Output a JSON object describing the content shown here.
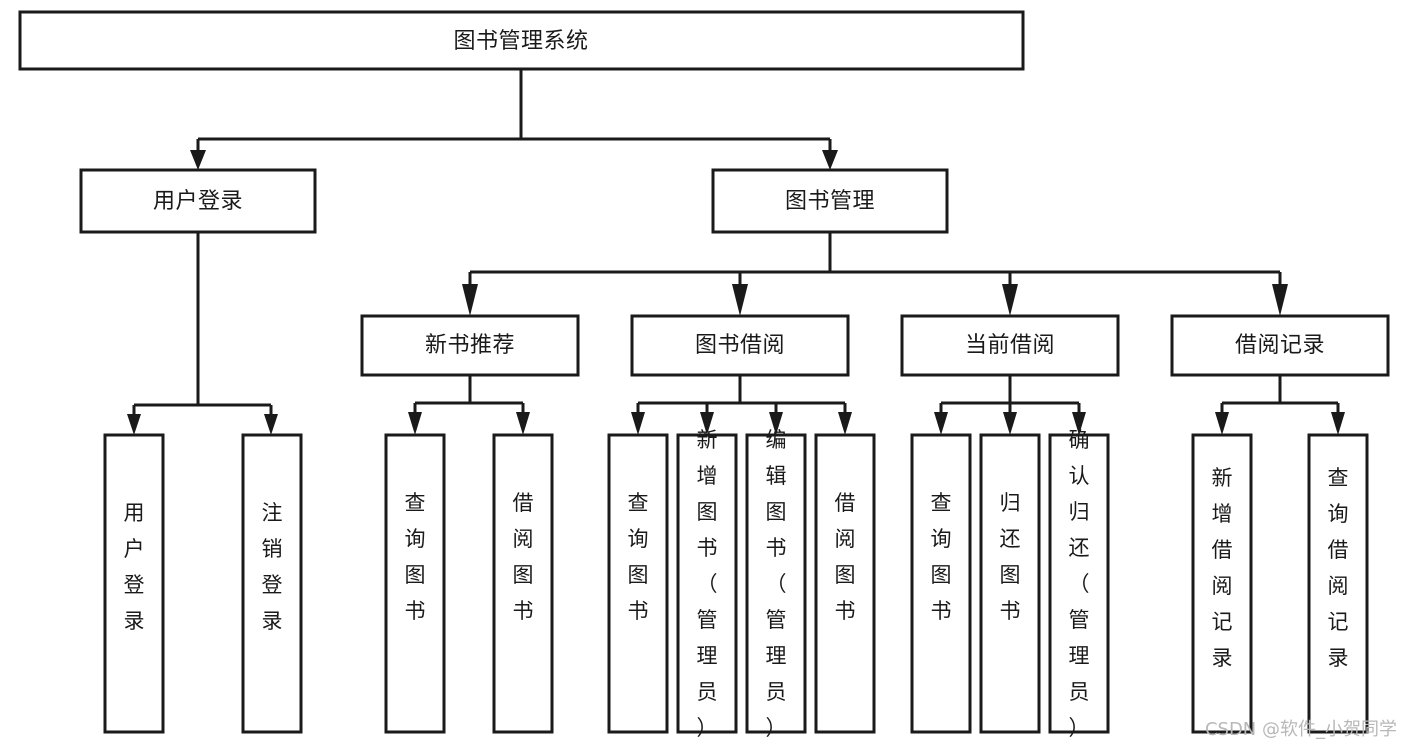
{
  "diagram": {
    "type": "tree-hierarchy-chart",
    "title": "图书管理系统",
    "watermark": "CSDN @软件_小贺同学",
    "colors": {
      "stroke": "#1a1a1a",
      "fill": "#ffffff",
      "background": "#ffffff",
      "watermark": "#b8b8b8"
    },
    "levels": {
      "root": {
        "label": "图书管理系统"
      },
      "level2": [
        {
          "id": "user-login",
          "label": "用户登录"
        },
        {
          "id": "book-management",
          "label": "图书管理"
        }
      ],
      "level3": [
        {
          "id": "new-book-recommend",
          "label": "新书推荐",
          "parent": "book-management"
        },
        {
          "id": "book-borrow",
          "label": "图书借阅",
          "parent": "book-management"
        },
        {
          "id": "current-borrow",
          "label": "当前借阅",
          "parent": "book-management"
        },
        {
          "id": "borrow-record",
          "label": "借阅记录",
          "parent": "book-management"
        }
      ],
      "leaves": [
        {
          "id": "leaf-user-login",
          "label": "用户登录",
          "parent": "user-login"
        },
        {
          "id": "leaf-logout-login",
          "label": "注销登录",
          "parent": "user-login"
        },
        {
          "id": "leaf-query-book-1",
          "label": "查询图书",
          "parent": "new-book-recommend"
        },
        {
          "id": "leaf-borrow-book-1",
          "label": "借阅图书",
          "parent": "new-book-recommend"
        },
        {
          "id": "leaf-query-book-2",
          "label": "查询图书",
          "parent": "book-borrow"
        },
        {
          "id": "leaf-add-book",
          "label": "新增图书（管理员）",
          "parent": "book-borrow"
        },
        {
          "id": "leaf-edit-book",
          "label": "编辑图书（管理员）",
          "parent": "book-borrow"
        },
        {
          "id": "leaf-borrow-book-2",
          "label": "借阅图书",
          "parent": "book-borrow"
        },
        {
          "id": "leaf-query-book-3",
          "label": "查询图书",
          "parent": "current-borrow"
        },
        {
          "id": "leaf-return-book",
          "label": "归还图书",
          "parent": "current-borrow"
        },
        {
          "id": "leaf-confirm-return",
          "label": "确认归还（管理员）",
          "parent": "current-borrow"
        },
        {
          "id": "leaf-add-record",
          "label": "新增借阅记录",
          "parent": "borrow-record"
        },
        {
          "id": "leaf-query-record",
          "label": "查询借阅记录",
          "parent": "borrow-record"
        }
      ]
    }
  }
}
